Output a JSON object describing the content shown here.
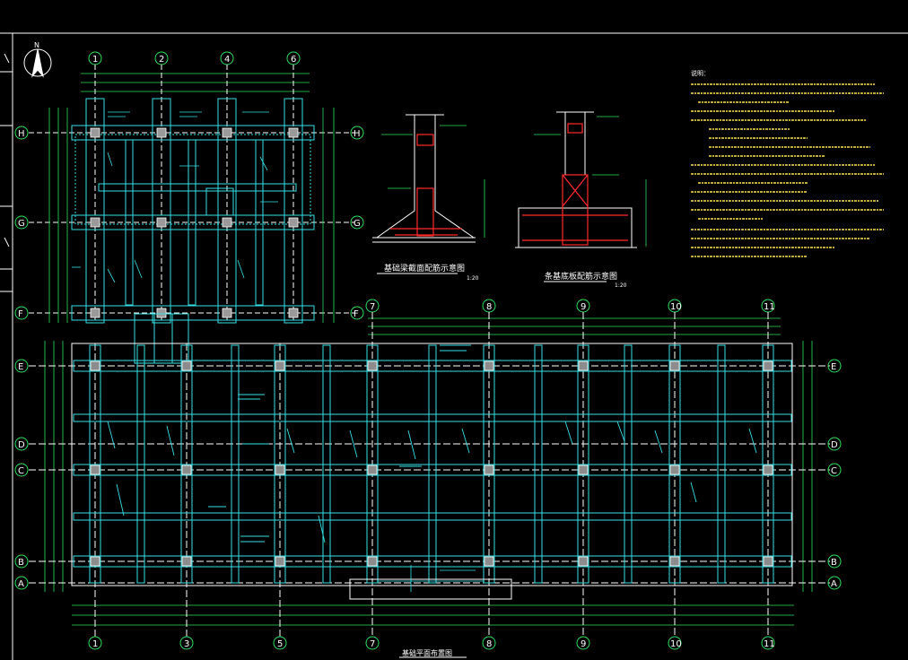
{
  "drawing": {
    "top_grid_labels": [
      "1",
      "2",
      "4",
      "6",
      "8",
      "9",
      "10",
      "11"
    ],
    "bottom_grid_labels": [
      "1",
      "3",
      "5",
      "7",
      "8",
      "9",
      "10",
      "11"
    ],
    "upper_left_row_labels": [
      "H",
      "G",
      "F"
    ],
    "lower_row_labels": [
      "E",
      "D",
      "C",
      "B",
      "A"
    ],
    "north_symbol": "N",
    "section_title_1": "基础梁截面配筋示意图",
    "section_title_2": "条基底板配筋示意图",
    "section_scale": "1:20",
    "plan_title": "基础平面布置图",
    "notes_heading": "说明："
  },
  "colors": {
    "background": "#000000",
    "lines": "#ffffff",
    "walls": "#35e0e6",
    "dimensions": "#2ee05a",
    "rebar": "#ff2a2a",
    "notes": "#ffe14a"
  }
}
